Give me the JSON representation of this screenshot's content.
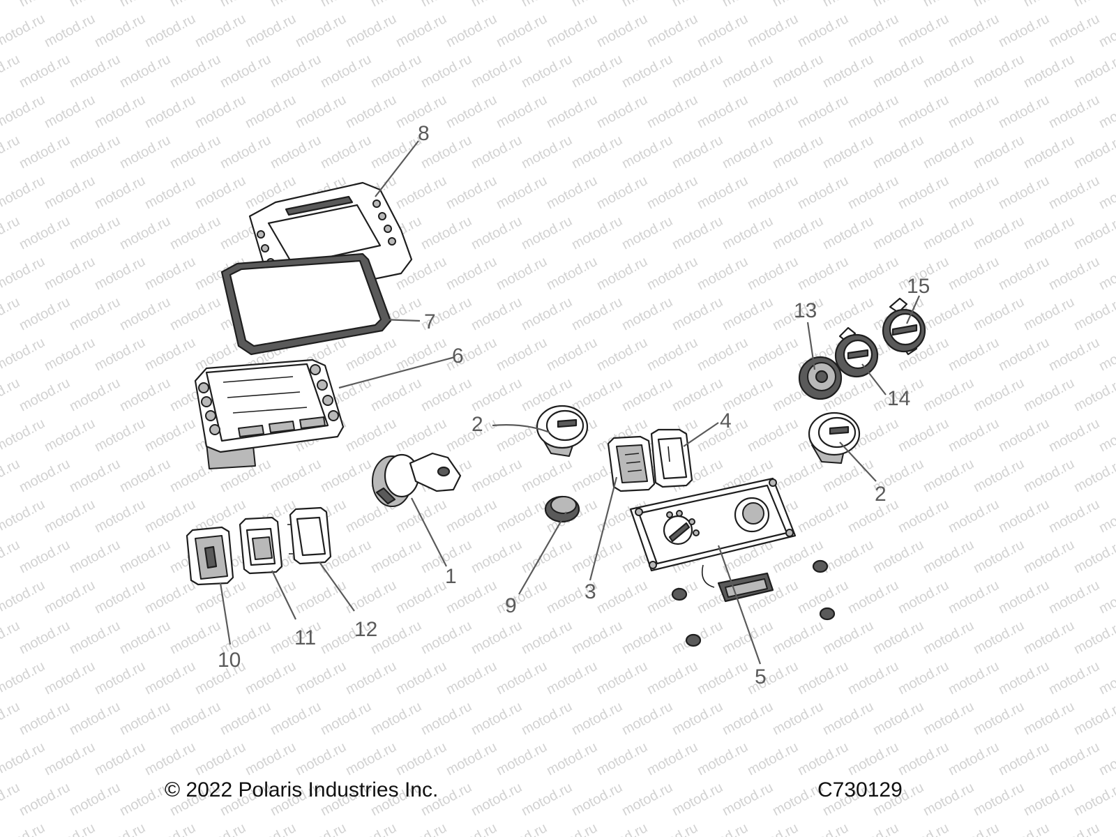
{
  "watermark": "motod.ru",
  "callouts": [
    {
      "id": "c8",
      "label": "8"
    },
    {
      "id": "c7",
      "label": "7"
    },
    {
      "id": "c6",
      "label": "6"
    },
    {
      "id": "c2a",
      "label": "2"
    },
    {
      "id": "c4",
      "label": "4"
    },
    {
      "id": "c13",
      "label": "13"
    },
    {
      "id": "c15",
      "label": "15"
    },
    {
      "id": "c14",
      "label": "14"
    },
    {
      "id": "c2b",
      "label": "2"
    },
    {
      "id": "c1",
      "label": "1"
    },
    {
      "id": "c9",
      "label": "9"
    },
    {
      "id": "c3",
      "label": "3"
    },
    {
      "id": "c5",
      "label": "5"
    },
    {
      "id": "c10",
      "label": "10"
    },
    {
      "id": "c11",
      "label": "11"
    },
    {
      "id": "c12",
      "label": "12"
    }
  ],
  "footer": {
    "copyright": "© 2022 Polaris Industries Inc.",
    "drawing_number": "C730129"
  },
  "colors": {
    "line": "#1e1e1e",
    "callout": "#5a5a5a",
    "watermark": "#d2d2d2"
  }
}
